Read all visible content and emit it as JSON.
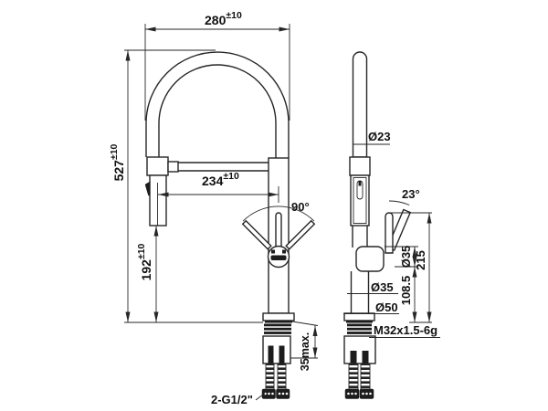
{
  "drawing": {
    "type": "faucet-dimensional-drawing",
    "views": {
      "left": "front-view",
      "right": "side-view"
    }
  },
  "colors": {
    "ink": "#262626",
    "background": "#ffffff"
  },
  "annotations": {
    "top_width": {
      "value": "280",
      "tolerance": "±10"
    },
    "overall_height": {
      "value": "527",
      "tolerance": "±10"
    },
    "spout_reach": {
      "value": "234",
      "tolerance": "±10"
    },
    "spray_head_height": {
      "value": "192",
      "tolerance": "±10"
    },
    "handle_swivel_angle": "90°",
    "hose_diameter": "Ø23",
    "handle_tilt_angle": "23°",
    "handle_diameter": "Ø35",
    "handle_top_height": "215",
    "shaft_diameter": "Ø35",
    "valve_center_height": "108.5",
    "base_diameter": "Ø50",
    "thread_spec": "M32x1.5-6g",
    "max_counter_thickness": "35max.",
    "inlet_connection": "2-G1/2\""
  }
}
